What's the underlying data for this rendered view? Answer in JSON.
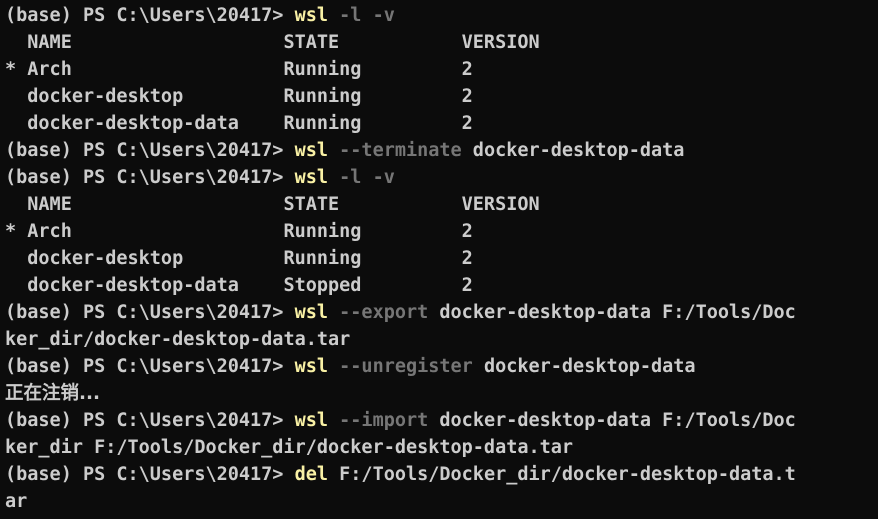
{
  "colors": {
    "background": "#0c0c0c",
    "text": "#cccccc",
    "command": "#f9f1a5",
    "flag": "#767676"
  },
  "terminal": {
    "lines": [
      {
        "kind": "prompt",
        "prompt": "(base) PS C:\\Users\\20417> ",
        "cmd": "wsl",
        "flag": " -l -v",
        "rest": ""
      },
      {
        "kind": "plain",
        "text": "  NAME                   STATE           VERSION"
      },
      {
        "kind": "plain",
        "text": "* Arch                   Running         2"
      },
      {
        "kind": "plain",
        "text": "  docker-desktop         Running         2"
      },
      {
        "kind": "plain",
        "text": "  docker-desktop-data    Running         2"
      },
      {
        "kind": "prompt",
        "prompt": "(base) PS C:\\Users\\20417> ",
        "cmd": "wsl",
        "flag": " --terminate",
        "rest": " docker-desktop-data"
      },
      {
        "kind": "prompt",
        "prompt": "(base) PS C:\\Users\\20417> ",
        "cmd": "wsl",
        "flag": " -l -v",
        "rest": ""
      },
      {
        "kind": "plain",
        "text": "  NAME                   STATE           VERSION"
      },
      {
        "kind": "plain",
        "text": "* Arch                   Running         2"
      },
      {
        "kind": "plain",
        "text": "  docker-desktop         Running         2"
      },
      {
        "kind": "plain",
        "text": "  docker-desktop-data    Stopped         2"
      },
      {
        "kind": "prompt",
        "prompt": "(base) PS C:\\Users\\20417> ",
        "cmd": "wsl",
        "flag": " --export",
        "rest": " docker-desktop-data F:/Tools/Doc"
      },
      {
        "kind": "plain",
        "text": "ker_dir/docker-desktop-data.tar"
      },
      {
        "kind": "prompt",
        "prompt": "(base) PS C:\\Users\\20417> ",
        "cmd": "wsl",
        "flag": " --unregister",
        "rest": " docker-desktop-data"
      },
      {
        "kind": "cjk",
        "text": "正在注销..."
      },
      {
        "kind": "prompt",
        "prompt": "(base) PS C:\\Users\\20417> ",
        "cmd": "wsl",
        "flag": " --import",
        "rest": " docker-desktop-data F:/Tools/Doc"
      },
      {
        "kind": "plain",
        "text": "ker_dir F:/Tools/Docker_dir/docker-desktop-data.tar"
      },
      {
        "kind": "prompt",
        "prompt": "(base) PS C:\\Users\\20417> ",
        "cmd": "del",
        "flag": "",
        "rest": " F:/Tools/Docker_dir/docker-desktop-data.t"
      },
      {
        "kind": "plain",
        "text": "ar"
      }
    ]
  }
}
